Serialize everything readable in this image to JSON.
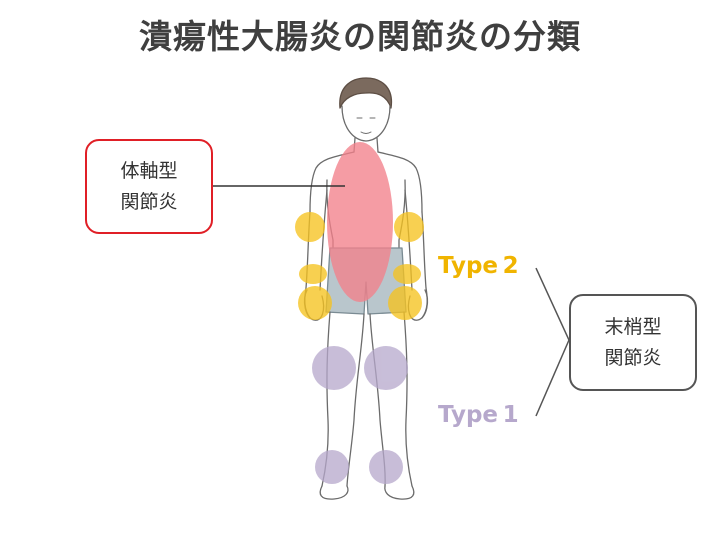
{
  "title": "潰瘍性大腸炎の関節炎の分類",
  "axial_box": {
    "line1": "体軸型",
    "line2": "関節炎"
  },
  "peripheral_box": {
    "line1": "末梢型",
    "line2": "関節炎"
  },
  "type2_label": "Type 2",
  "type1_label": "Type 1",
  "colors": {
    "title": "#3f3f3f",
    "axial_border": "#e01f26",
    "peripheral_border": "#555555",
    "axial_region": "#f2808a",
    "type2": "#f0b400",
    "type1": "#b6a8cc"
  }
}
